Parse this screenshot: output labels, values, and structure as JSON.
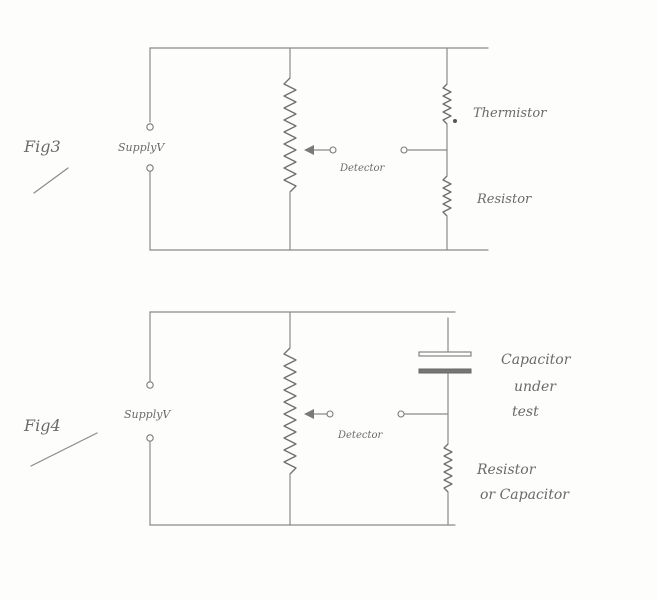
{
  "figures": [
    {
      "fig_label": "Fig3",
      "supply_label": "SupplyV",
      "detector_label": "Detector",
      "upper_component_label": "Thermistor",
      "lower_component_label": "Resistor"
    },
    {
      "fig_label": "Fig4",
      "supply_label": "SupplyV",
      "detector_label": "Detector",
      "upper_component_lines": [
        "Capacitor",
        "under",
        "test"
      ],
      "lower_component_lines": [
        "Resistor",
        "or Capacitor"
      ]
    }
  ],
  "colors": {
    "pencil": "#7a7a7a",
    "paper": "#fdfdfc"
  }
}
